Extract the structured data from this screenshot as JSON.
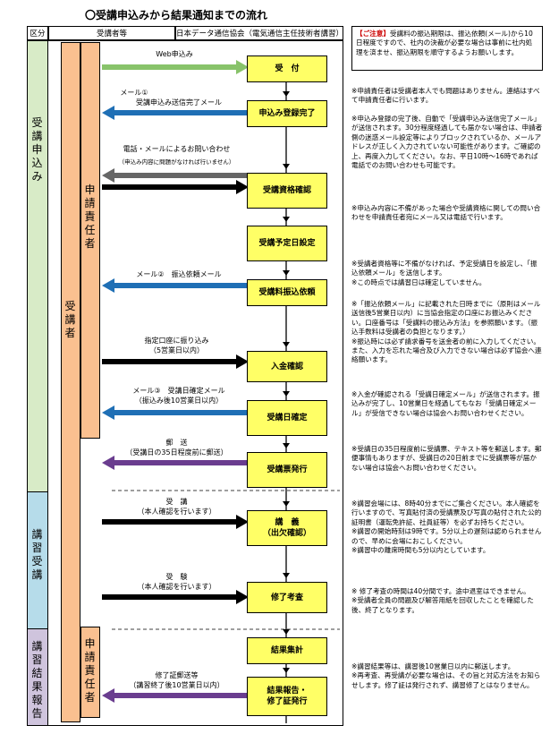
{
  "title": "〇受講申込みから結果通知までの流れ",
  "headers": {
    "category": "区分",
    "applicant": "受講者等",
    "association": "日本データ通信協会（電気通信主任技術者講習）"
  },
  "phases": [
    {
      "label": "受講申込み",
      "color": "#d8ebc7"
    },
    {
      "label": "講習受講",
      "color": "#b6dcea"
    },
    {
      "label": "講習結果報告",
      "color": "#cfc4dd"
    }
  ],
  "actors": {
    "responsible_1": "申請責任者",
    "trainee": "受講者",
    "responsible_2": "申請責任者"
  },
  "colors": {
    "green_arrow": "#88c36a",
    "blue_arrow": "#1f6fb5",
    "gray_arrow": "#666666",
    "black_arrow": "#000000",
    "purple_arrow": "#6a3d8f",
    "box_fill": "#ffff66",
    "actor_fill": "#fac090"
  },
  "steps": [
    "受　付",
    "申込み登録完了",
    "受講資格確認",
    "受講予定日設定",
    "受講料振込依頼",
    "入金確認",
    "受講日確定",
    "受講票発行",
    "講　義\n（出欠確認）",
    "修了考査",
    "結果集計",
    "結果報告・\n修了証発行"
  ],
  "arrows": [
    {
      "line1": "Web申込み",
      "line2": ""
    },
    {
      "line1": "メール①",
      "line2": "受講申込み送信完了メール"
    },
    {
      "line1": "電話・メールによるお問い合わせ",
      "line2": "（申込み内容に問題がなければ行いません）"
    },
    {
      "line1": "メール②　振込依頼メール",
      "line2": ""
    },
    {
      "line1": "指定口座に振り込み",
      "line2": "（5営業日以内）"
    },
    {
      "line1": "メール③　受講日確定メール",
      "line2": "（振込み後10営業日以内）"
    },
    {
      "line1": "郵　送",
      "line2": "（受講日の35日程度前に郵送）"
    },
    {
      "line1": "受　講",
      "line2": "（本人確認を行います）"
    },
    {
      "line1": "受　験",
      "line2": "（本人確認を行います）"
    },
    {
      "line1": "修了証郵送等",
      "line2": "（講習終了後10営業日以内）"
    }
  ],
  "notes": {
    "caution_label": "【ご注意】",
    "caution_text": "受講料の振込期限は、振込依頼(メール)から10日程度ですので、社内の決裁が必要な場合は事前に社内処理を済ませ、振込期限を順守するようお願いします。",
    "n1": "※申請責任者は受講者本人でも問題はありません。連絡はすべて申請責任者に行います。",
    "n2": "※申込み登録の完了後、自動で「受講申込み送信完了メール」が送信されます。30分程度経過しても届かない場合は、申請者側の迷惑メール設定等によりブロックされているか、メールアドレスが正しく入力されていない可能性があります。ご確認の上、再度入力してください。なお、平日10時〜16時であれば電話でのお問い合わせも可能です。",
    "n3": "※申込み内容に不備があった場合や受講資格に関しての問い合わせを申請責任者宛にメール又は電話で行います。",
    "n4": "※受講者資格等に不備がなければ、予定受講日を設定し、「振込依頼メール」を送信します。\n※この時点では講習日は確定していません。",
    "n5": "※「振込依頼メール」に記載された日時までに（原則はメール送信後5営業日以内）に当協会指定の口座にお振込みください。口座番号は「受講料の振込み方法」を参照願います。（振込手数料は受講者の負担となります。）\n※振込時には必ず請求番号を送金者の前に入力してください。また、入力を忘れた場合及び入力できない場合は必ず協会へ連絡願います。",
    "n6": "※入金が確認される「受講日確定メール」が送信されます。振込みが完了し、10営業日を経過してもなお「受講日確定メール」が受信できない場合は協会へお問い合わせください。",
    "n7": "※受講日の35日程度前に受講票、テキスト等を郵送します。郵便事情もありますが、受講日の20日前までに受講票等が届かない場合は協会へお問い合わせください。",
    "n8": "※講習会場には、8時40分までにご集合ください。本人確認を行いますので、写真貼付済の受講票及び写真の貼付された公的証明書（運転免許証、社員証等）を必ずお持ちください。\n※講習の開始時刻は9時です。5分以上の遅刻は認められませんので、早めに会場におこしください。\n※講習中の離席時間も5分以内としています。",
    "n9": "※ 修了考査の時間は40分間です。途中退室はできません。\n※受講者全員の問題及び解答用紙を回収したことを確認した後、終了となります。",
    "n10": "※講習結果等は、講習後10営業日以内に郵送します。\n※再考査、再受講が必要な場合は、その旨と対応方法をお知らせします。修了証は発行されず、講習修了とはなりません。"
  }
}
